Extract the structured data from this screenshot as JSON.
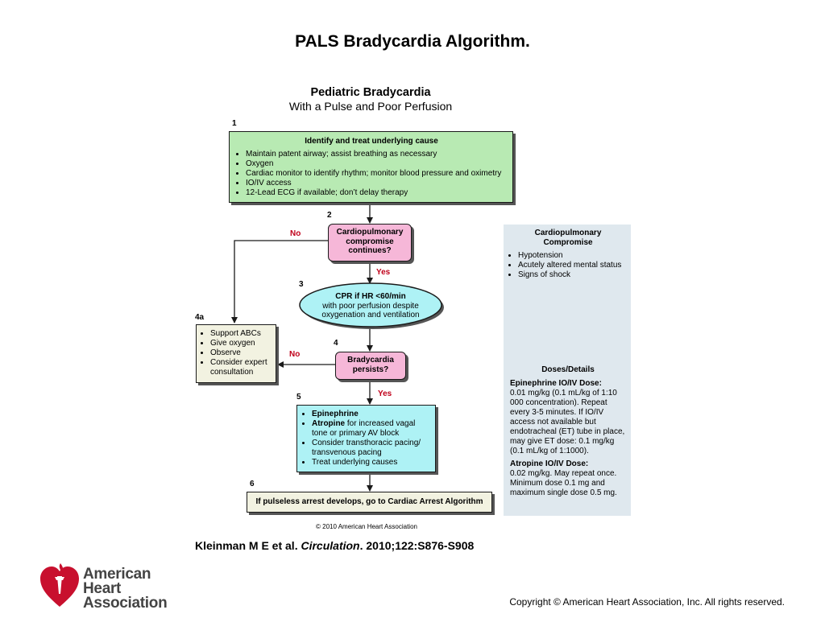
{
  "slide_title": "PALS Bradycardia Algorithm.",
  "flowchart": {
    "title_bold": "Pediatric Bradycardia",
    "title_sub": "With a Pulse and Poor Perfusion",
    "step1": {
      "num": "1",
      "header": "Identify and treat underlying cause",
      "items": [
        "Maintain patent airway; assist breathing as necessary",
        "Oxygen",
        "Cardiac monitor to identify rhythm; monitor blood pressure and oximetry",
        "IO/IV access",
        "12-Lead ECG if available; don’t delay therapy"
      ]
    },
    "step2": {
      "num": "2",
      "text": "Cardiopulmonary compromise continues?",
      "no": "No",
      "yes": "Yes"
    },
    "step3": {
      "num": "3",
      "line1": "CPR if HR <60/min",
      "line2": "with poor perfusion despite oxygenation and ventilation"
    },
    "step4a": {
      "num": "4a",
      "items": [
        "Support ABCs",
        "Give oxygen",
        "Observe",
        "Consider expert consultation"
      ]
    },
    "step4": {
      "num": "4",
      "text": "Bradycardia persists?",
      "no": "No",
      "yes": "Yes"
    },
    "step5": {
      "num": "5",
      "item1": "Epinephrine",
      "item2_bold": "Atropine",
      "item2_rest": " for increased vagal tone or primary AV block",
      "item3": "Consider transthoracic pacing/ transvenous pacing",
      "item4": "Treat underlying causes"
    },
    "step6": {
      "num": "6",
      "text": "If pulseless arrest develops, go to Cardiac Arrest Algorithm"
    },
    "copyright_small": "© 2010 American Heart Association"
  },
  "sidebar": {
    "compromise_header": "Cardiopulmonary Compromise",
    "compromise_items": [
      "Hypotension",
      "Acutely altered mental status",
      "Signs of shock"
    ],
    "doses_header": "Doses/Details",
    "epi_header": "Epinephrine IO/IV Dose:",
    "epi_text": "0.01 mg/kg (0.1 mL/kg of 1:10 000 concentration). Repeat every 3-5 minutes. If IO/IV access not available but endotracheal (ET) tube in place, may give ET dose: 0.1 mg/kg (0.1 mL/kg of 1:1000).",
    "atropine_header": "Atropine IO/IV Dose:",
    "atropine_text": "0.02 mg/kg. May repeat once. Minimum dose 0.1 mg and maximum single dose 0.5 mg."
  },
  "citation": {
    "authors": "Kleinman M E et al. ",
    "journal": "Circulation",
    "ref": ". 2010;122:S876-S908"
  },
  "logo": {
    "line1": "American",
    "line2": "Heart",
    "line3": "Association",
    "accent_color": "#c8102e"
  },
  "footer": "Copyright © American Heart Association, Inc. All rights reserved."
}
